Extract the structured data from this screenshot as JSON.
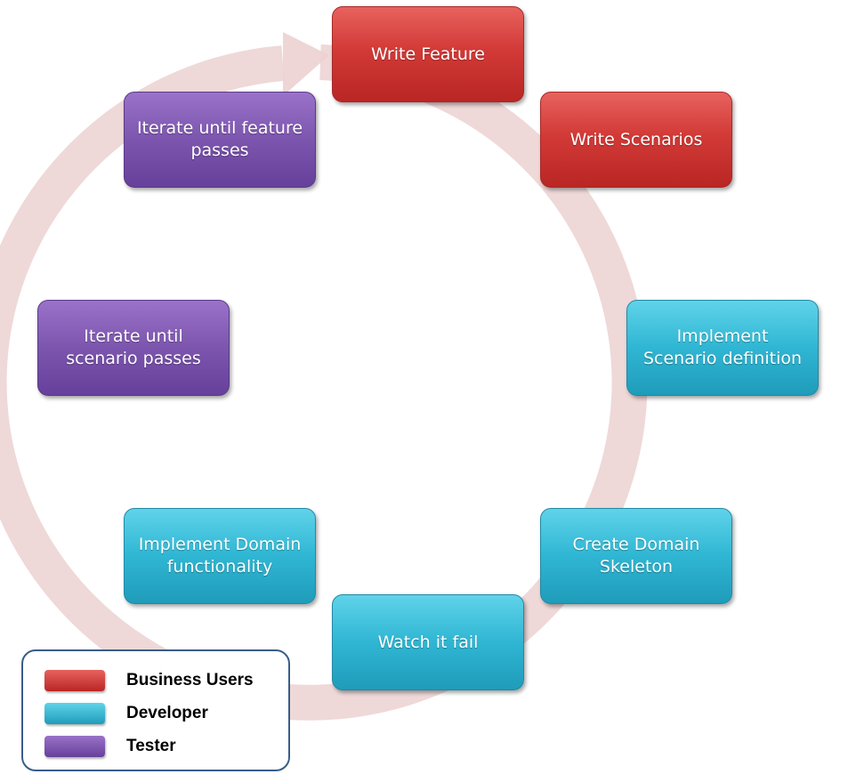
{
  "nodes": {
    "write_feature": "Write Feature",
    "write_scenarios": "Write Scenarios",
    "implement_scenario": "Implement Scenario definition",
    "create_skeleton": "Create Domain Skeleton",
    "watch_fail": "Watch it fail",
    "implement_domain": "Implement Domain functionality",
    "iterate_scenario": "Iterate until scenario passes",
    "iterate_feature": "Iterate until feature passes"
  },
  "legend": {
    "business_users": "Business Users",
    "developer": "Developer",
    "tester": "Tester"
  },
  "colors": {
    "business_users": "#c0302e",
    "developer": "#2fb6d3",
    "tester": "#7a52ad",
    "cycle_arrow": "#ecd1d1",
    "legend_border": "#385d8a"
  }
}
